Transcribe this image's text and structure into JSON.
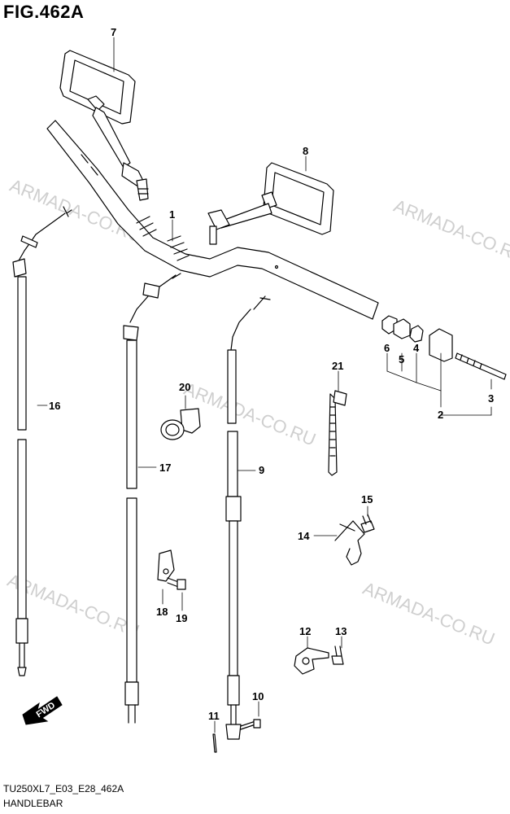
{
  "figure": {
    "title": "FIG.462A",
    "code": "TU250XL7_E03_E28_462A",
    "caption": "HANDLEBAR"
  },
  "watermark": {
    "text": "ARMADA-CO.RU",
    "color": "#cfcfcf"
  },
  "direction_marker": {
    "label": "FWD"
  },
  "callouts": [
    {
      "id": "c1",
      "label": "1"
    },
    {
      "id": "c2",
      "label": "2"
    },
    {
      "id": "c3",
      "label": "3"
    },
    {
      "id": "c4",
      "label": "4"
    },
    {
      "id": "c5",
      "label": "5"
    },
    {
      "id": "c6",
      "label": "6"
    },
    {
      "id": "c7",
      "label": "7"
    },
    {
      "id": "c8",
      "label": "8"
    },
    {
      "id": "c9",
      "label": "9"
    },
    {
      "id": "c10",
      "label": "10"
    },
    {
      "id": "c11",
      "label": "11"
    },
    {
      "id": "c12",
      "label": "12"
    },
    {
      "id": "c13",
      "label": "13"
    },
    {
      "id": "c14",
      "label": "14"
    },
    {
      "id": "c15",
      "label": "15"
    },
    {
      "id": "c16",
      "label": "16"
    },
    {
      "id": "c17",
      "label": "17"
    },
    {
      "id": "c18",
      "label": "18"
    },
    {
      "id": "c19",
      "label": "19"
    },
    {
      "id": "c20",
      "label": "20"
    },
    {
      "id": "c21",
      "label": "21"
    }
  ]
}
